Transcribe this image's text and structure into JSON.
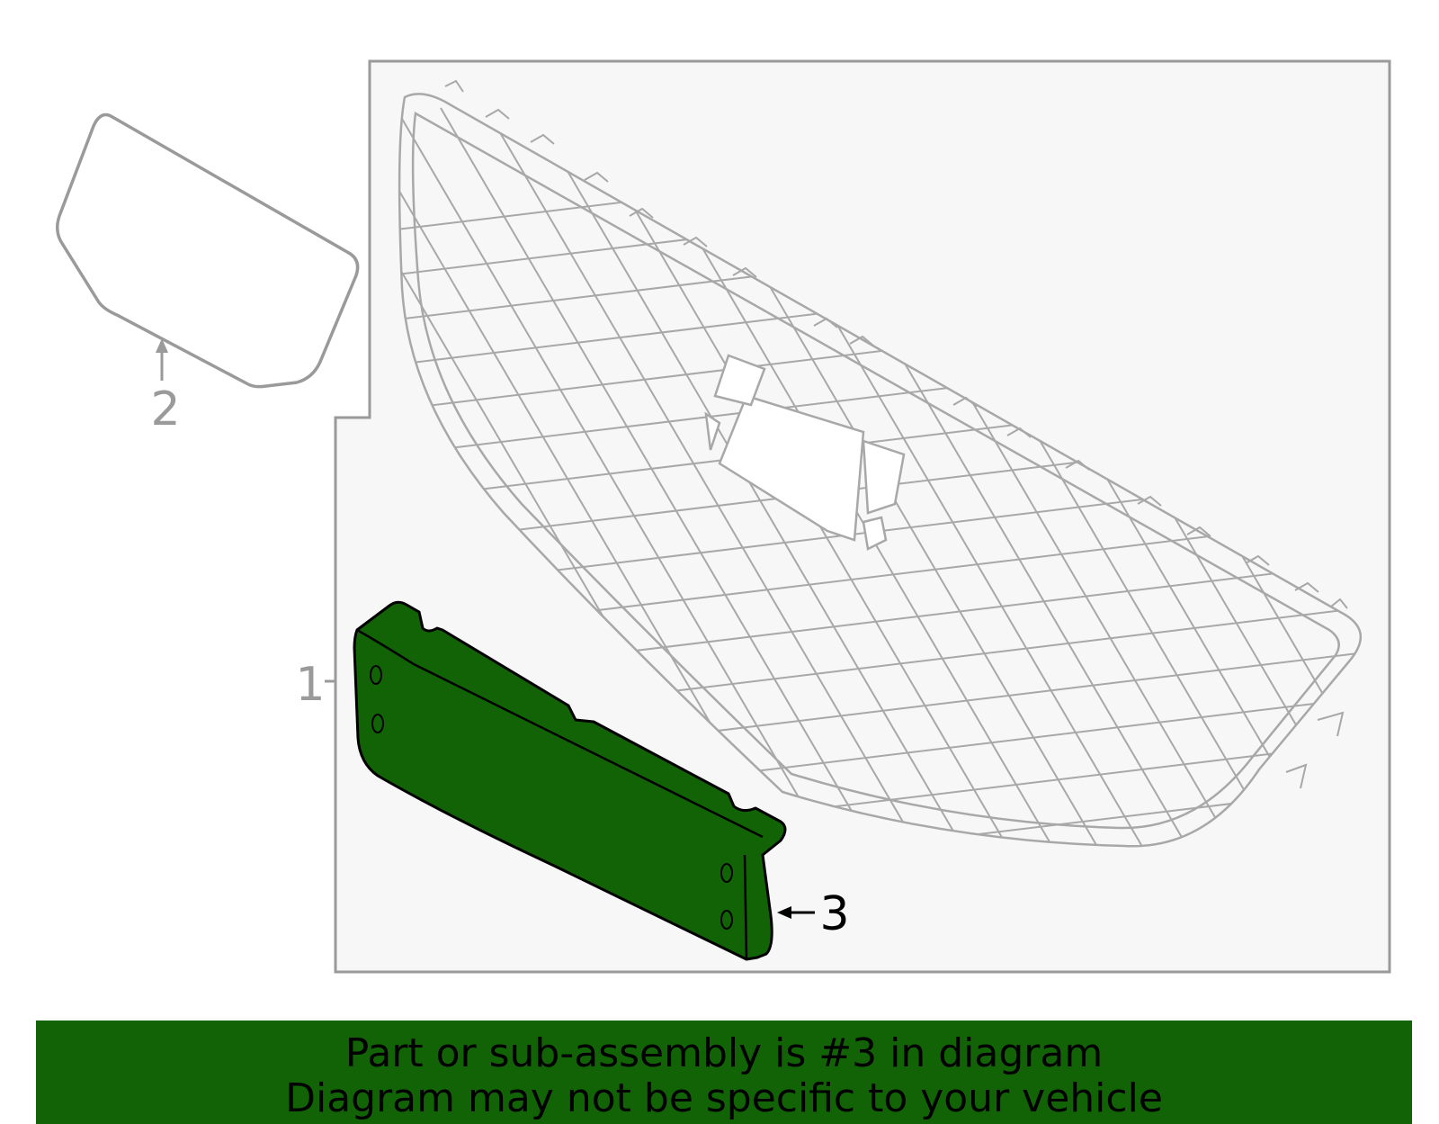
{
  "callouts": {
    "part1": "1",
    "part2": "2",
    "part3": "3"
  },
  "highlighted_part": "3",
  "colors": {
    "highlight_fill": "#116306",
    "outline_gray": "#9a9a9a",
    "panel_bg": "#f7f7f7",
    "banner_bg": "#116306"
  },
  "banner": {
    "line1": "Part or sub-assembly is #3 in diagram",
    "line2": "Diagram may not be specific to your vehicle"
  }
}
